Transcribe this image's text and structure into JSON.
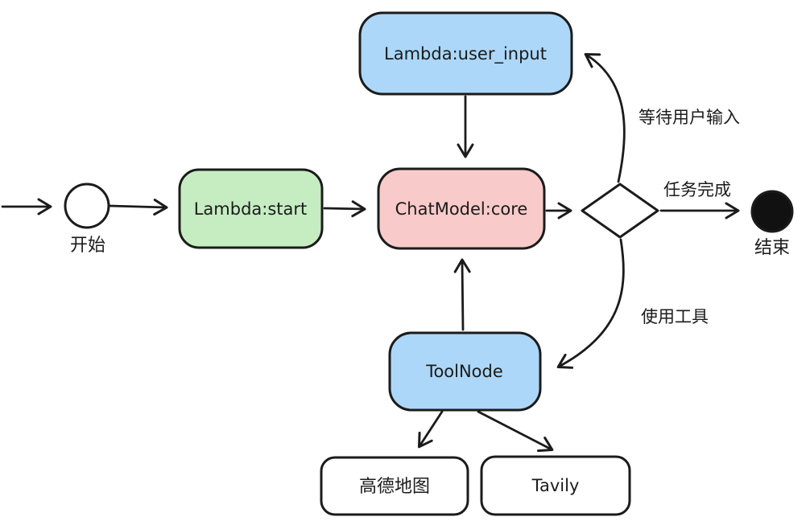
{
  "diagram": {
    "type": "flowchart",
    "style": "hand-drawn",
    "nodes": {
      "start": {
        "label": "开始",
        "shape": "circle-open"
      },
      "lambda_start": {
        "label": "Lambda:start",
        "shape": "rounded-rect",
        "fill": "#c6edc2"
      },
      "user_input": {
        "label": "Lambda:user_input",
        "shape": "rounded-rect",
        "fill": "#acd7f8"
      },
      "chat_model": {
        "label": "ChatModel:core",
        "shape": "rounded-rect",
        "fill": "#f8caca"
      },
      "decision": {
        "label": "",
        "shape": "diamond",
        "fill": "#ffffff"
      },
      "tool_node": {
        "label": "ToolNode",
        "shape": "rounded-rect",
        "fill": "#acd7f8"
      },
      "gaode": {
        "label": "高德地图",
        "shape": "rounded-rect",
        "fill": "#ffffff"
      },
      "tavily": {
        "label": "Tavily",
        "shape": "rounded-rect",
        "fill": "#ffffff"
      },
      "end": {
        "label": "结束",
        "shape": "circle-filled",
        "fill": "#111111"
      }
    },
    "edge_labels": {
      "wait_user_input": "等待用户输入",
      "task_done": "任务完成",
      "use_tools": "使用工具"
    },
    "colors": {
      "green": "#c6edc2",
      "blue": "#acd7f8",
      "pink": "#f8caca",
      "white": "#ffffff",
      "black": "#111111",
      "stroke": "#1b1b1b"
    }
  }
}
